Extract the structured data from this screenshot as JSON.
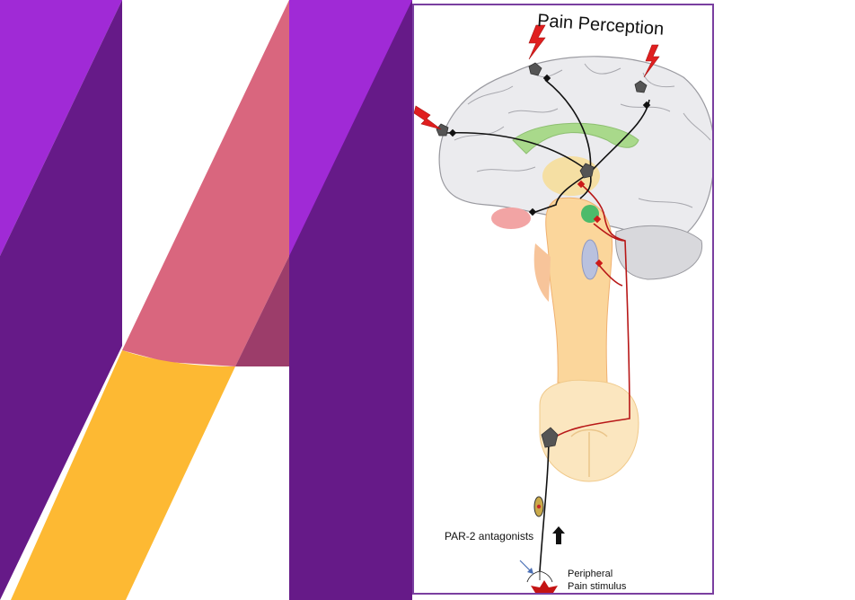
{
  "colors": {
    "purple_light": "#a02ad6",
    "purple_dark": "#661a88",
    "pink": "#d9667e",
    "pink_dark": "#9c3d6a",
    "yellow": "#fdb933",
    "panel_border": "#7a3fa0",
    "ascending_pathway": "#111111",
    "descending_pathway": "#b81818",
    "pain_bolt": "#e01f1f"
  },
  "diagram": {
    "title": "Pain Perception",
    "labels": {
      "antagonist": "PAR-2 antagonists",
      "stimulus_line1": "Peripheral",
      "stimulus_line2": "Pain stimulus"
    },
    "icons": [
      "lightning-bolt-icon",
      "neuron-icon",
      "up-arrow-icon",
      "pain-burst-icon"
    ]
  }
}
